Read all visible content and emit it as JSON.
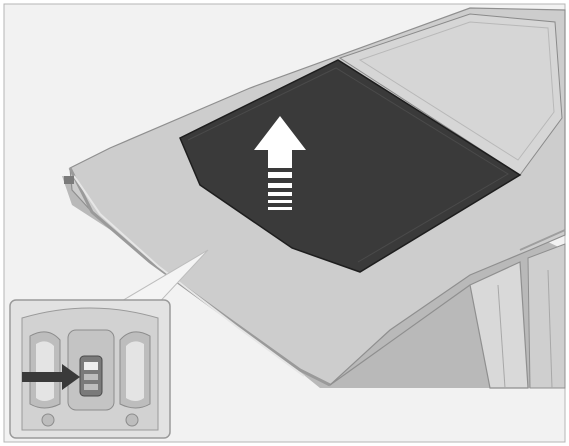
{
  "illustration": {
    "subject": "vehicle-roof-with-sliding-sunroof",
    "inset": "overhead-console-sunroof-switch",
    "arrow_direction": "up",
    "colors": {
      "background": "#f2f2f2",
      "roof": "#cdcdcd",
      "roof_dark": "#a9a9a9",
      "glass": "#3a3a3a",
      "glass_rear": "#cfcfcf",
      "pillar": "#d2d2d2",
      "arrow": "#ffffff",
      "console": "#dadada",
      "pointer_arrow": "#3a3a3a"
    }
  }
}
